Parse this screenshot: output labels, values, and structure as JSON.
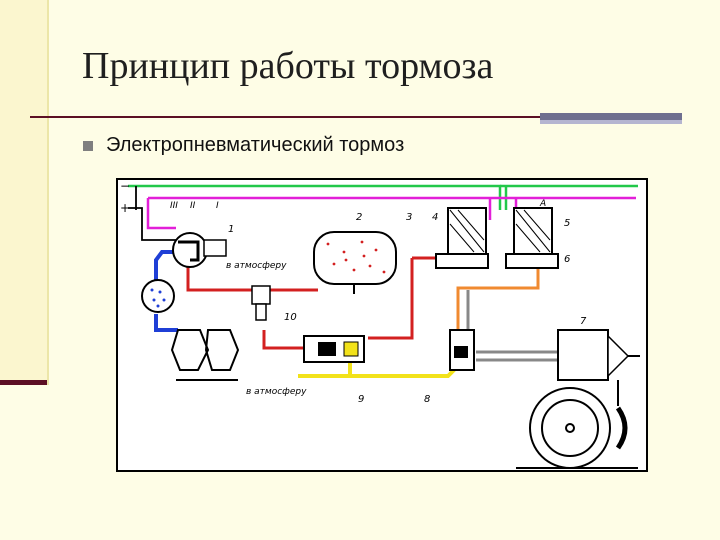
{
  "slide": {
    "title": "Принцип работы тормоза",
    "bullet": "Электропневматический тормоз"
  },
  "diagram": {
    "minus_sign": "−",
    "plus_sign": "+",
    "roman_labels": [
      "III",
      "II",
      "I"
    ],
    "part_numbers": [
      "1",
      "2",
      "3",
      "4",
      "5",
      "6",
      "7",
      "8",
      "9",
      "10"
    ],
    "letter_a": "A",
    "atmosphere_label": "в атмосферу",
    "colors": {
      "neg_wire": "#22c84a",
      "pos_wire": "#e21fd8",
      "blue_line": "#1f3fd6",
      "red_line": "#d32020",
      "yellow_line": "#f2e21a",
      "orange_line": "#f08a30",
      "frame": "#000000",
      "background": "#fefde6",
      "accent": "#5c0f24"
    }
  }
}
